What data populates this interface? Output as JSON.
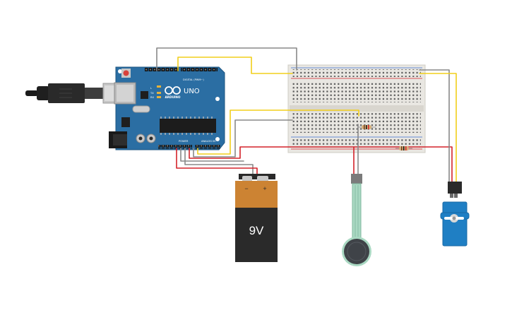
{
  "arduino": {
    "brand": "ARDUINO",
    "model": "UNO",
    "digital_label": "DIGITAL (PWM~)",
    "power_label": "POWER",
    "analog_label": "ANALOG IN",
    "tx_label": "TX",
    "rx_label": "RX",
    "l_label": "L"
  },
  "battery": {
    "label": "9V",
    "minus": "−",
    "plus": "+"
  },
  "colors": {
    "board": "#2b6ea3",
    "breadboard": "#e9e7e2",
    "wire_red": "#d3222a",
    "wire_yellow": "#f2cf1b",
    "wire_gray": "#888888",
    "servo": "#1f7fc4",
    "battery_top": "#cc8333",
    "battery_body": "#2a2a2a"
  },
  "components": [
    {
      "icon": "usb-cable-icon"
    },
    {
      "icon": "arduino-uno-icon"
    },
    {
      "icon": "breadboard-icon"
    },
    {
      "icon": "battery-9v-icon"
    },
    {
      "icon": "force-sensor-icon"
    },
    {
      "icon": "servo-motor-icon"
    },
    {
      "icon": "resistor-icon"
    }
  ]
}
